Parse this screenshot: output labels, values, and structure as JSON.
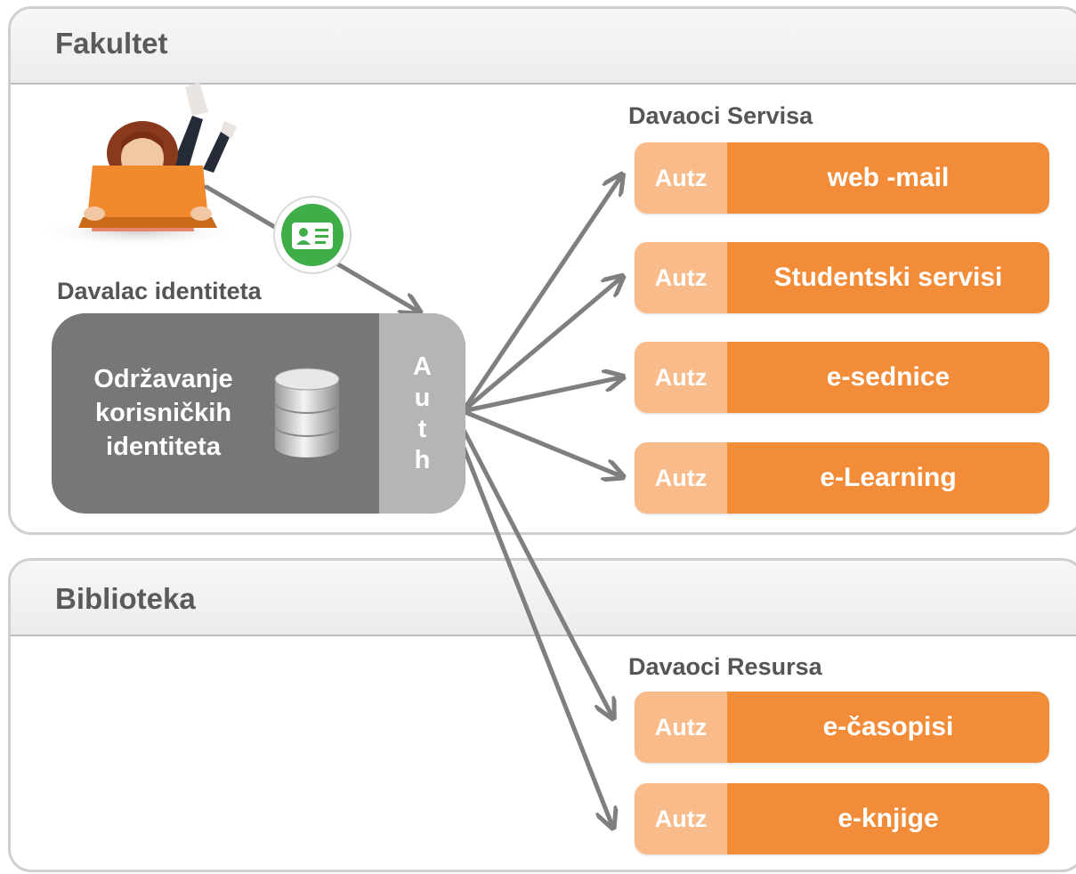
{
  "fakultet": {
    "title": "Fakultet",
    "identity_provider": {
      "label": "Davalac  identiteta",
      "description_lines": [
        "Održavanje",
        "korisničkih",
        "identiteta"
      ],
      "auth_letters": [
        "A",
        "u",
        "t",
        "h"
      ]
    },
    "service_providers": {
      "label": "Davaoci  Servisa",
      "items": [
        {
          "autz": "Autz",
          "name": "web -mail"
        },
        {
          "autz": "Autz",
          "name": "Studentski servisi"
        },
        {
          "autz": "Autz",
          "name": "e-sednice"
        },
        {
          "autz": "Autz",
          "name": "e-Learning"
        }
      ]
    }
  },
  "biblioteka": {
    "title": "Biblioteka",
    "resource_providers": {
      "label": "Davaoci  Resursa",
      "items": [
        {
          "autz": "Autz",
          "name": "e-časopisi"
        },
        {
          "autz": "Autz",
          "name": "e-knjige"
        }
      ]
    }
  },
  "icons": [
    "student-laptop-icon",
    "id-card-icon",
    "database-icon"
  ],
  "colors": {
    "autz": "#f9bb8a",
    "service": "#f28c38",
    "idp_box": "#777777",
    "auth": "#b5b5b5",
    "arrow": "#7f7f7f"
  }
}
